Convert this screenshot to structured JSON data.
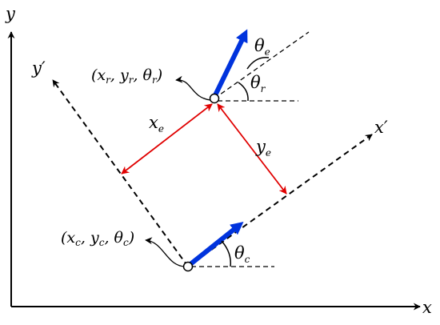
{
  "axes": {
    "x": "x",
    "y": "y"
  },
  "rotated_axes": {
    "x_prime": "x′",
    "y_prime": "y′"
  },
  "pose_reference": {
    "open": "(x",
    "x_sub": "r",
    "comma1": ", y",
    "y_sub": "r",
    "comma2": ", θ",
    "theta_sub": "r",
    "close": ")"
  },
  "pose_current": {
    "open": "(x",
    "x_sub": "c",
    "comma1": ", y",
    "y_sub": "c",
    "comma2": ", θ",
    "theta_sub": "c",
    "close": ")"
  },
  "errors": {
    "x_base": "x",
    "x_sub": "e",
    "y_base": "y",
    "y_sub": "e",
    "theta_base": "θ",
    "theta_sub": "e"
  },
  "angles": {
    "theta_r_base": "θ",
    "theta_r_sub": "r",
    "theta_c_base": "θ",
    "theta_c_sub": "c"
  },
  "colors": {
    "axis": "#000000",
    "heading_arrow": "#0033dd",
    "error_arrow": "#e00000",
    "dashed": "#000000"
  }
}
